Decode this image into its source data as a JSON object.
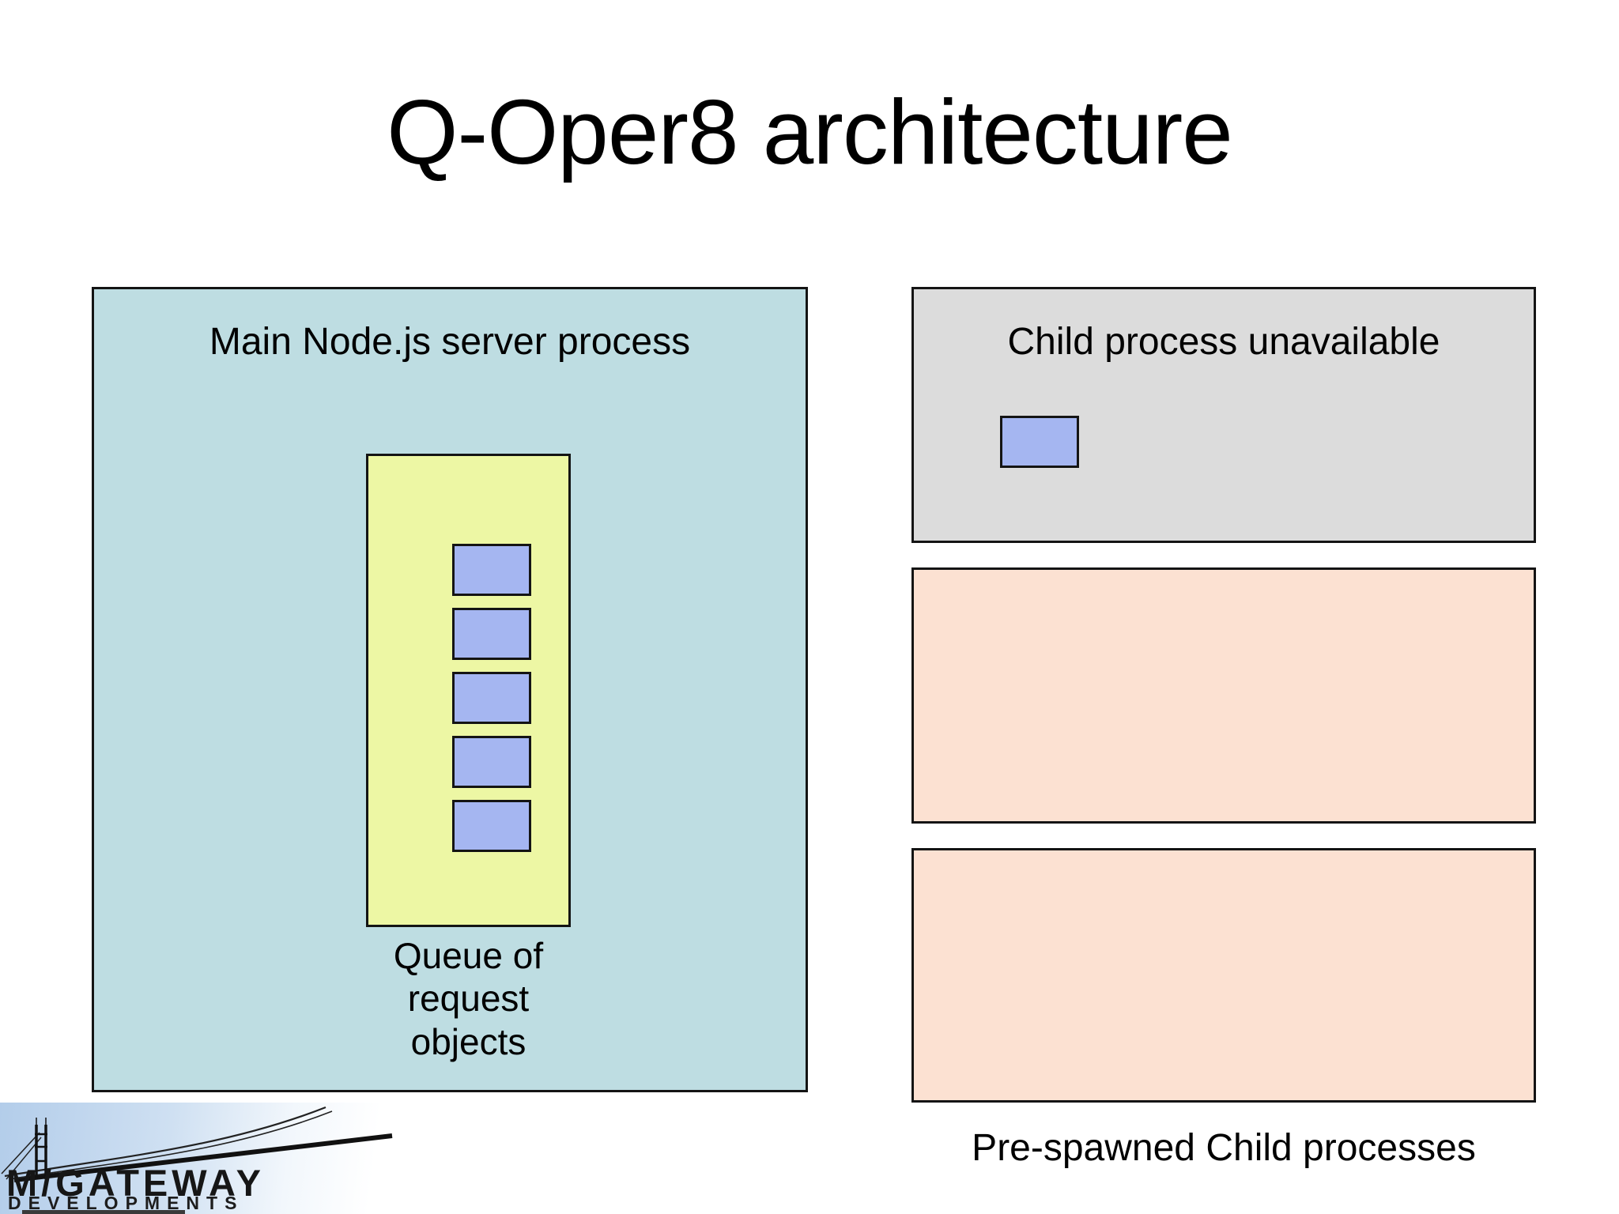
{
  "slide": {
    "title": "Q-Oper8 architecture"
  },
  "main_process": {
    "label": "Main Node.js server process",
    "queue": {
      "count": 5,
      "label_line1": "Queue of",
      "label_line2": "request objects"
    }
  },
  "child_unavailable": {
    "label": "Child process unavailable",
    "object_count": 1
  },
  "prespawned": {
    "label": "Pre-spawned Child processes",
    "box_count": 2
  },
  "logo": {
    "name": "M/GATEWAY",
    "subtitle": "DEVELOPMENTS"
  },
  "colors": {
    "teal-box": "#bedde2",
    "yellow-box": "#edf7a4",
    "blue-object": "#a5b6f1",
    "gray-box": "#dcdcdc",
    "peach-box": "#fce1d2",
    "box-border": "#141414",
    "text": "#000000"
  }
}
